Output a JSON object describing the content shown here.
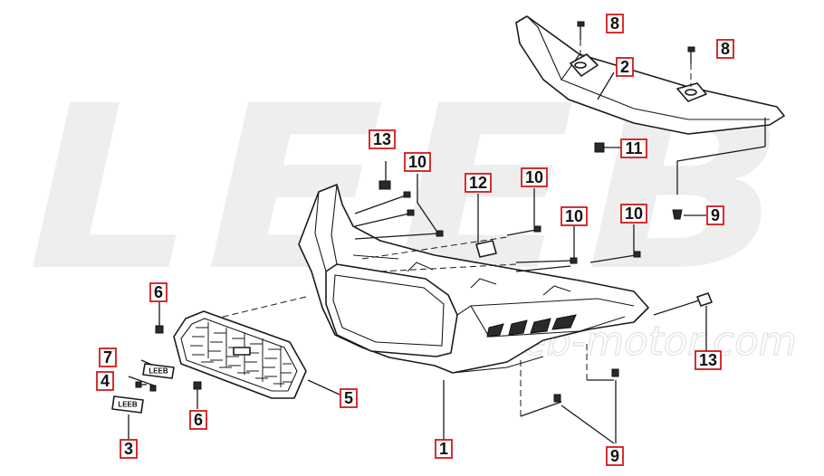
{
  "watermark": {
    "brand": "LEEB",
    "url": "www.leeb-motor.com"
  },
  "colors": {
    "callout_border": "#d21a1a",
    "line": "#1a1a1a",
    "watermark": "#eeeeee"
  },
  "callouts": [
    {
      "id": "c1",
      "label": "1"
    },
    {
      "id": "c2",
      "label": "2"
    },
    {
      "id": "c3",
      "label": "3"
    },
    {
      "id": "c4",
      "label": "4"
    },
    {
      "id": "c5",
      "label": "5"
    },
    {
      "id": "c6a",
      "label": "6"
    },
    {
      "id": "c6b",
      "label": "6"
    },
    {
      "id": "c7",
      "label": "7"
    },
    {
      "id": "c8a",
      "label": "8"
    },
    {
      "id": "c8b",
      "label": "8"
    },
    {
      "id": "c9a",
      "label": "9"
    },
    {
      "id": "c9b",
      "label": "9"
    },
    {
      "id": "c10a",
      "label": "10"
    },
    {
      "id": "c10b",
      "label": "10"
    },
    {
      "id": "c10c",
      "label": "10"
    },
    {
      "id": "c10d",
      "label": "10"
    },
    {
      "id": "c11",
      "label": "11"
    },
    {
      "id": "c12",
      "label": "12"
    },
    {
      "id": "c13a",
      "label": "13"
    },
    {
      "id": "c13b",
      "label": "13"
    }
  ],
  "badges": {
    "emblem_7": "LEEB",
    "emblem_3": "LEEB"
  }
}
